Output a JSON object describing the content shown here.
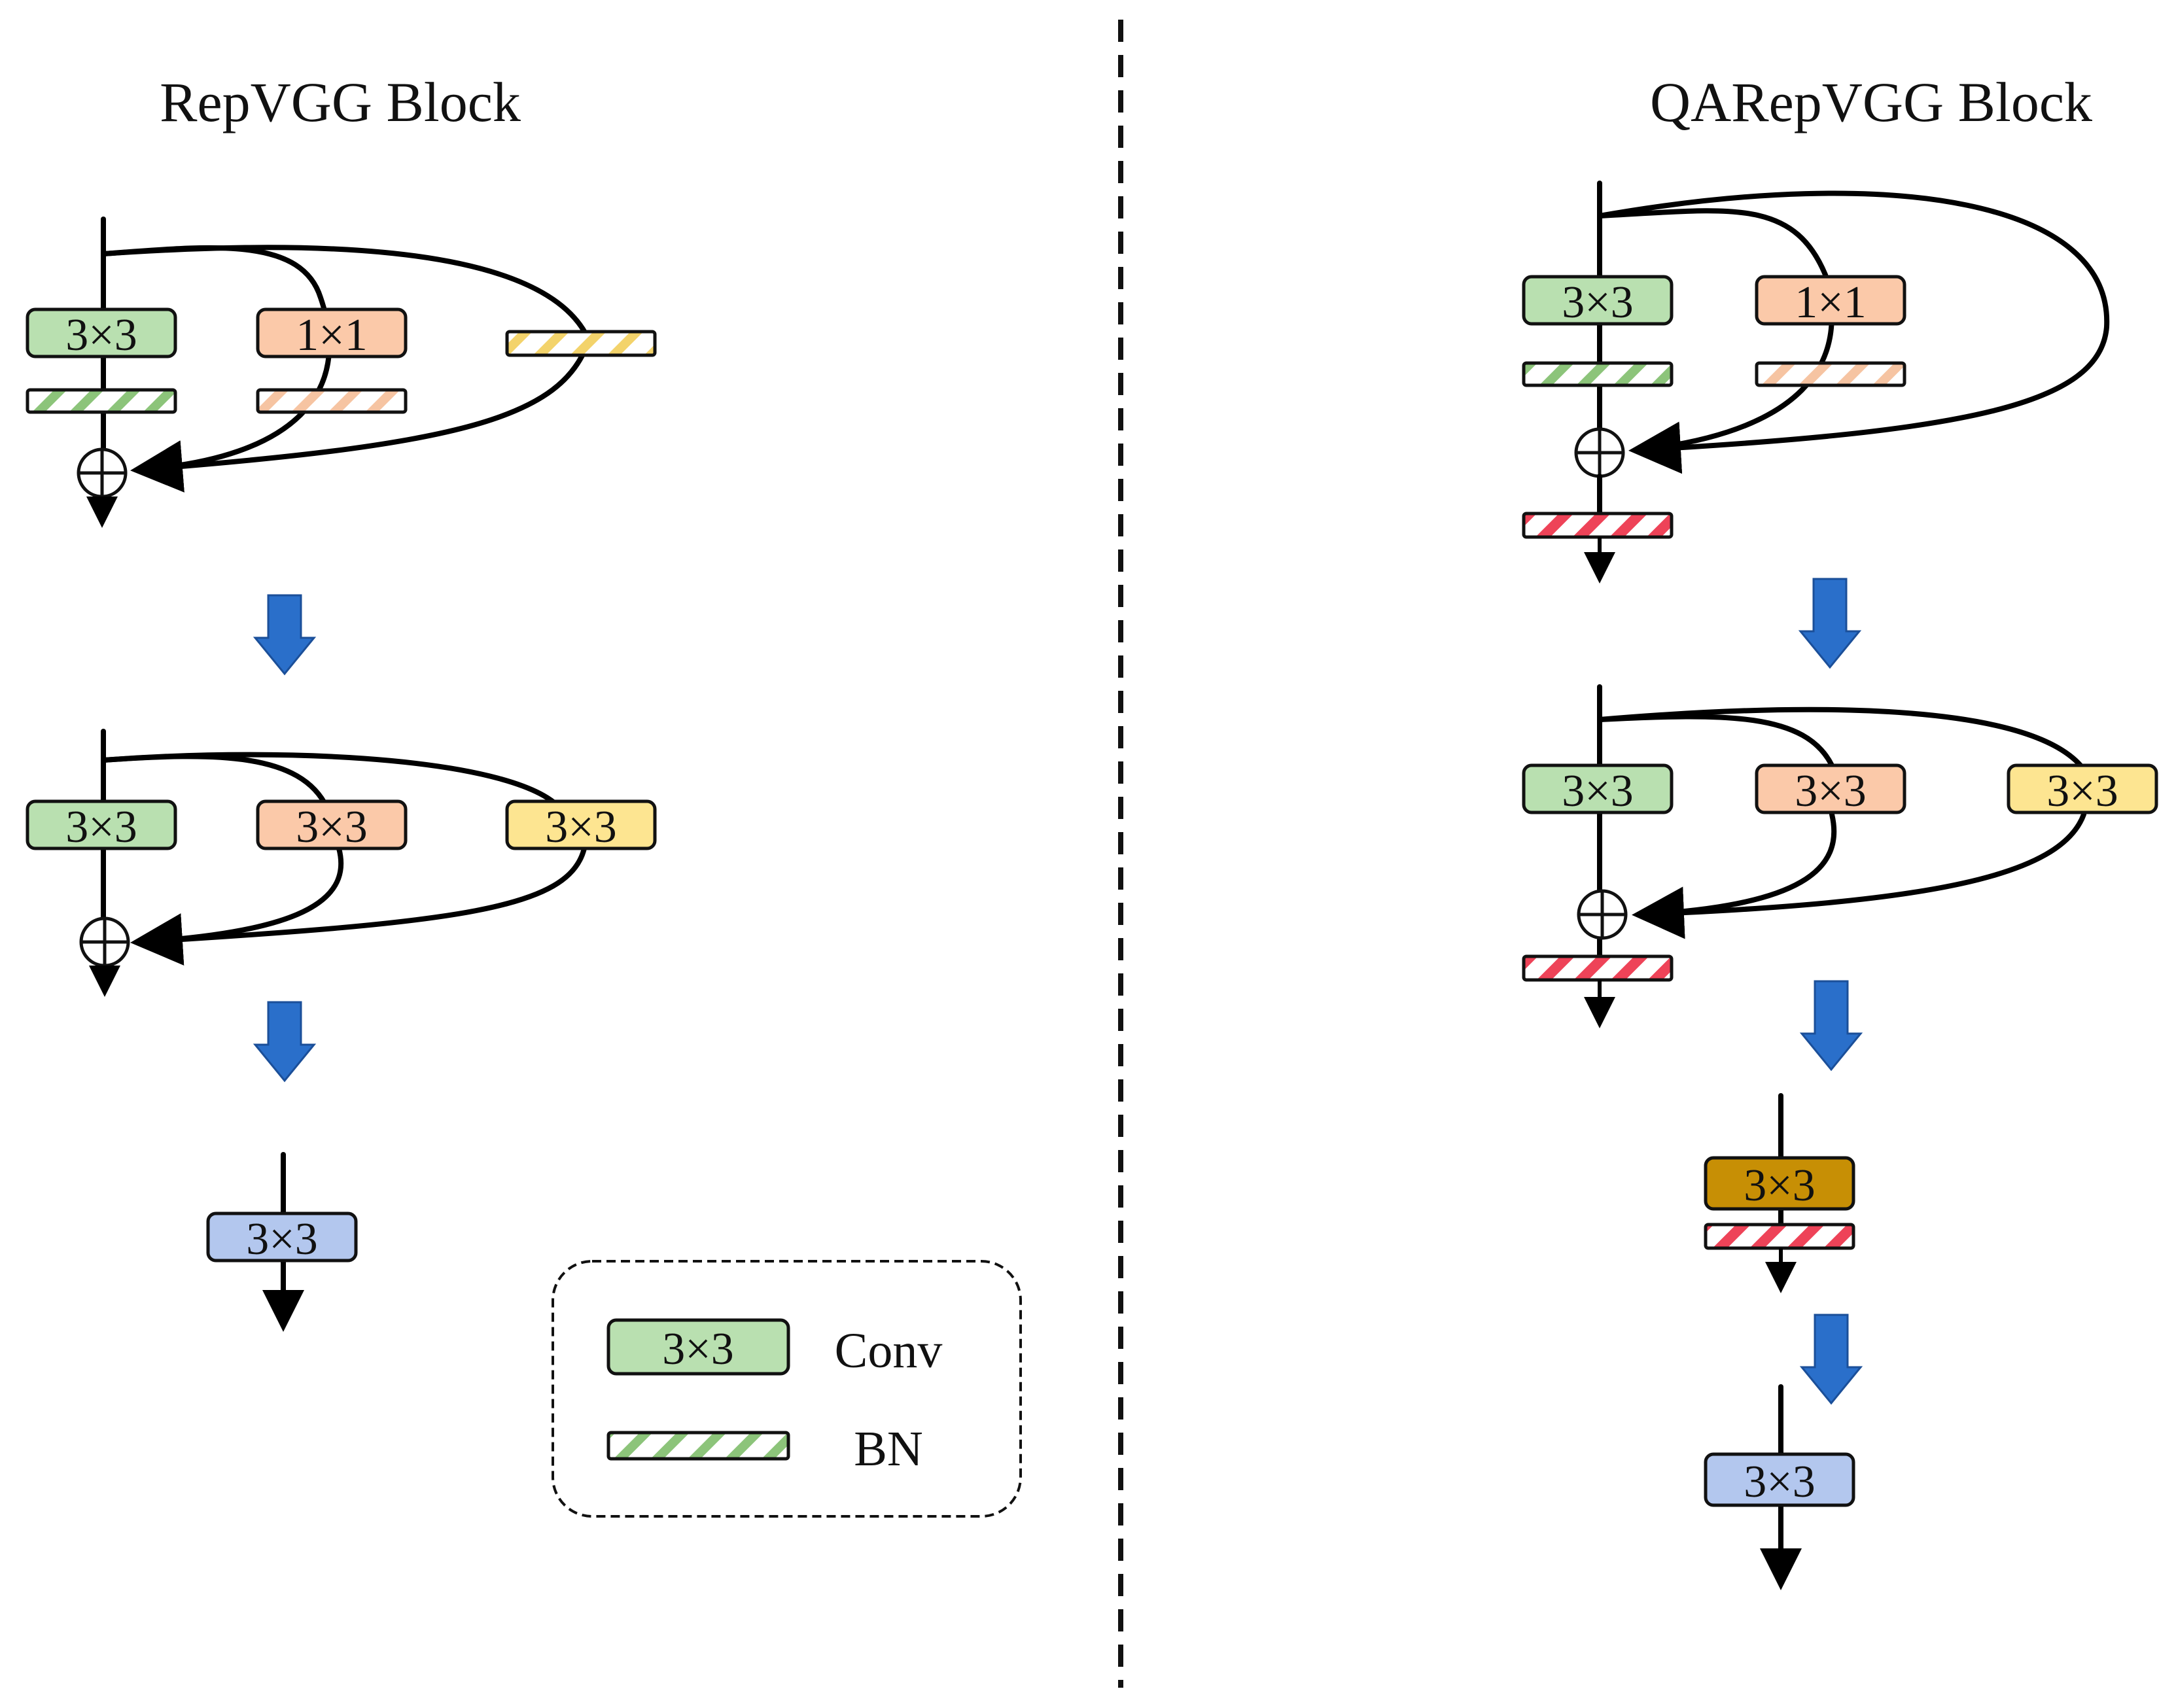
{
  "titles": {
    "left": "RepVGG Block",
    "right": "QARepVGG Block"
  },
  "conv_labels": {
    "kxk": "3×3",
    "one": "1×1"
  },
  "legend": {
    "conv_sample": "3×3",
    "conv_label": "Conv",
    "bn_label": "BN"
  },
  "colors": {
    "green_conv": "#b9e0b0",
    "orange_conv": "#fbc9a9",
    "yellow_conv": "#fde591",
    "blue_conv": "#b3c7ee",
    "gold_conv": "#c78f05",
    "bn_green_stripe": "#8cc47a",
    "bn_orange_stripe": "#f6c4a2",
    "bn_yellow_stripe": "#f3d36b",
    "bn_red_stripe": "#ee4358",
    "arrow_blue": "#2a6fca",
    "divider": "#111111"
  },
  "icons": [
    "plus-circle-icon",
    "down-arrow-icon"
  ]
}
